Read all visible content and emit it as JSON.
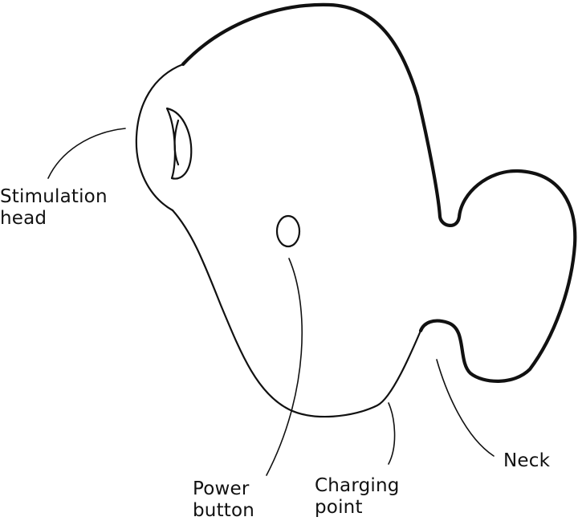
{
  "labels": {
    "stimulation_head": [
      "Stimulation",
      "head"
    ],
    "power_button": [
      "Power",
      "button"
    ],
    "charging_point": [
      "Charging",
      "point"
    ],
    "neck": [
      "Neck"
    ]
  }
}
